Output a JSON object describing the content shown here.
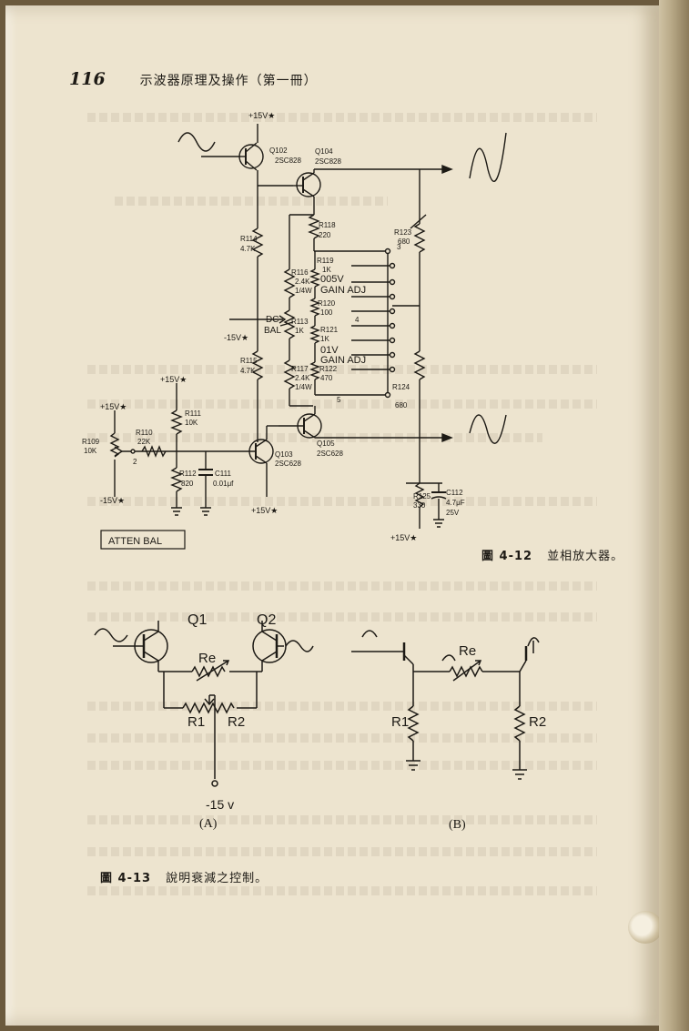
{
  "header": {
    "page_number": "116",
    "book_title": "示波器原理及操作（第一冊）"
  },
  "figure_4_12": {
    "caption_number": "圖 4-12",
    "caption_text": "並相放大器。",
    "labels": {
      "supply_top": "+15V★",
      "q102": "Q102",
      "q102_part": "2SC828",
      "q104": "Q104",
      "q104_part": "2SC828",
      "r118": "R118",
      "r118_val": "220",
      "r114": "R114",
      "r114_val": "4.7K",
      "r119": "R119",
      "r119_val": "1K",
      "r116": "R116",
      "r116_val": "2.4K",
      "r116_pow": "1/4W",
      "gain_005v": "005V",
      "gain_adj": "GAIN ADJ",
      "r123": "R123",
      "r123_val": "680",
      "r120": "R120",
      "r120_val": "100",
      "dc": "DC",
      "bal": "BAL",
      "r113": "R113",
      "r113_val": "1K",
      "supply_neg": "-15V★",
      "r121": "R121",
      "r121_val": "1K",
      "gain_01v": "01V",
      "gain_adj2": "GAIN ADJ",
      "r115": "R115",
      "r115_val": "4.7K",
      "r117": "R117",
      "r117_val": "2.4K",
      "r117_pow": "1/4W",
      "r122": "R122",
      "r122_val": "470",
      "r124": "R124",
      "r124_val": "680",
      "supply_mid": "+15V★",
      "supply_left_pos": "+15V★",
      "r111": "R111",
      "r111_val": "10K",
      "r109": "R109",
      "r109_val": "10K",
      "r110": "R110",
      "r110_val": "22K",
      "supply_left_neg": "-15V★",
      "r112": "R112",
      "r112_val": "820",
      "c111": "C111",
      "c111_val": "0.01μf",
      "q103": "Q103",
      "q103_part": "2SC628",
      "q105": "Q105",
      "q105_part": "2SC628",
      "r125": "R125",
      "r125_val": "330",
      "c112": "C112",
      "c112_val": "4.7μF",
      "c112_volt": "25V",
      "supply_bottom": "+15V★",
      "supply_bottom2": "+15V★",
      "atten_bal": "ATTEN BAL",
      "n2": "2",
      "n3": "3",
      "n4": "4",
      "n5": "5"
    }
  },
  "figure_4_13": {
    "caption_number": "圖 4-13",
    "caption_text": "說明衰減之控制。",
    "a": {
      "q1": "Q1",
      "q2": "Q2",
      "re": "Re",
      "r1": "R1",
      "r2": "R2",
      "supply": "-15 v",
      "label": "(A)"
    },
    "b": {
      "re": "Re",
      "r1": "R1",
      "r2": "R2",
      "label": "(B)"
    }
  }
}
